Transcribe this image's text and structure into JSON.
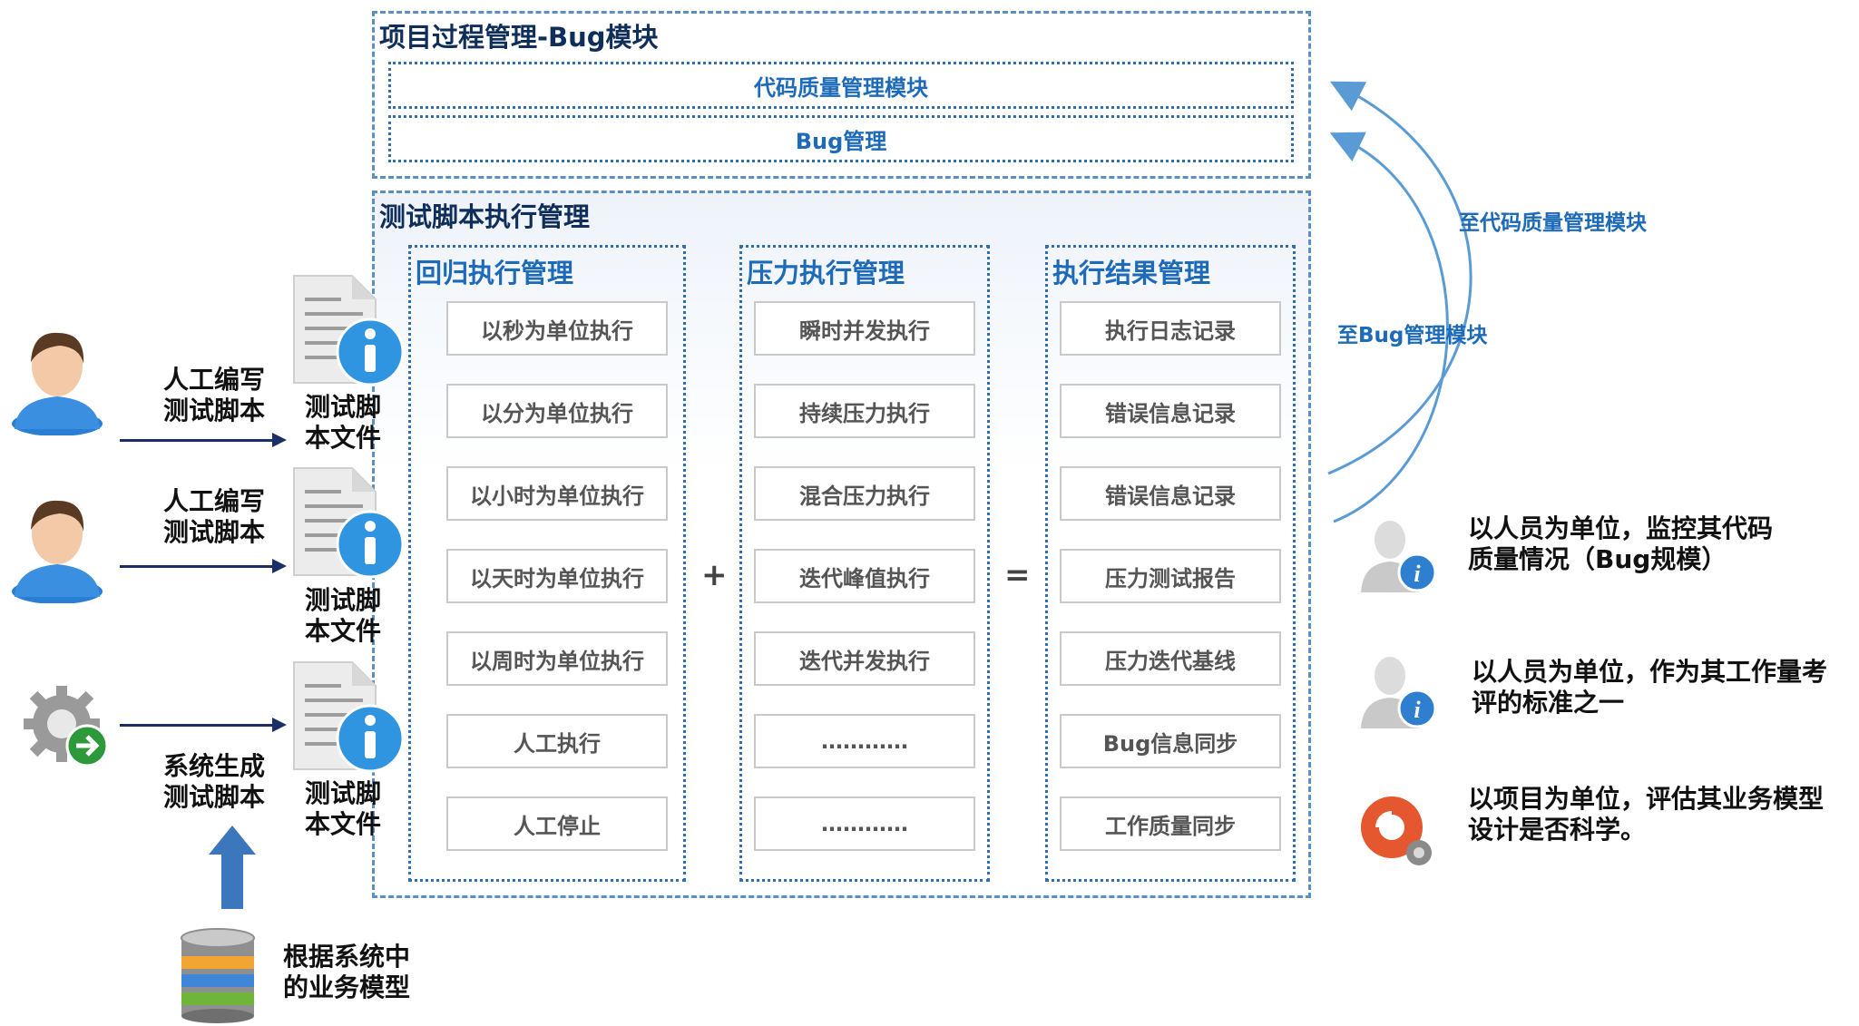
{
  "bug_module": {
    "title": "项目过程管理-Bug模块",
    "bars": [
      "代码质量管理模块",
      "Bug管理"
    ]
  },
  "exec_module": {
    "title": "测试脚本执行管理",
    "columns": [
      {
        "title": "回归执行管理",
        "items": [
          "以秒为单位执行",
          "以分为单位执行",
          "以小时为单位执行",
          "以天时为单位执行",
          "以周时为单位执行",
          "人工执行",
          "人工停止"
        ]
      },
      {
        "title": "压力执行管理",
        "items": [
          "瞬时并发执行",
          "持续压力执行",
          "混合压力执行",
          "迭代峰值执行",
          "迭代并发执行",
          "…………",
          "…………"
        ]
      },
      {
        "title": "执行结果管理",
        "items": [
          "执行日志记录",
          "错误信息记录",
          "错误信息记录",
          "压力测试报告",
          "压力迭代基线",
          "Bug信息同步",
          "工作质量同步"
        ]
      }
    ],
    "operators": [
      "+",
      "="
    ]
  },
  "left": {
    "manual_label_1": [
      "人工编写",
      "测试脚本"
    ],
    "manual_label_2": [
      "人工编写",
      "测试脚本"
    ],
    "system_label": [
      "系统生成",
      "测试脚本"
    ],
    "file_label": [
      "测试脚",
      "本文件"
    ],
    "db_label": [
      "根据系统中",
      "的业务模型"
    ]
  },
  "right": {
    "arrow_labels": [
      "至代码质量管理模块",
      "至Bug管理模块"
    ],
    "notes": [
      [
        "以人员为单位，监控其代码",
        "质量情况（Bug规模）"
      ],
      [
        "以人员为单位，作为其工作量考",
        "评的标准之一"
      ],
      [
        "以项目为单位，评估其业务模型",
        "设计是否科学。"
      ]
    ]
  },
  "colors": {
    "accent_blue": "#1c6ab8",
    "dash_blue": "#5b8fc4",
    "dark_navy": "#1b2f66",
    "arrow_blue": "#5b9bd5"
  }
}
